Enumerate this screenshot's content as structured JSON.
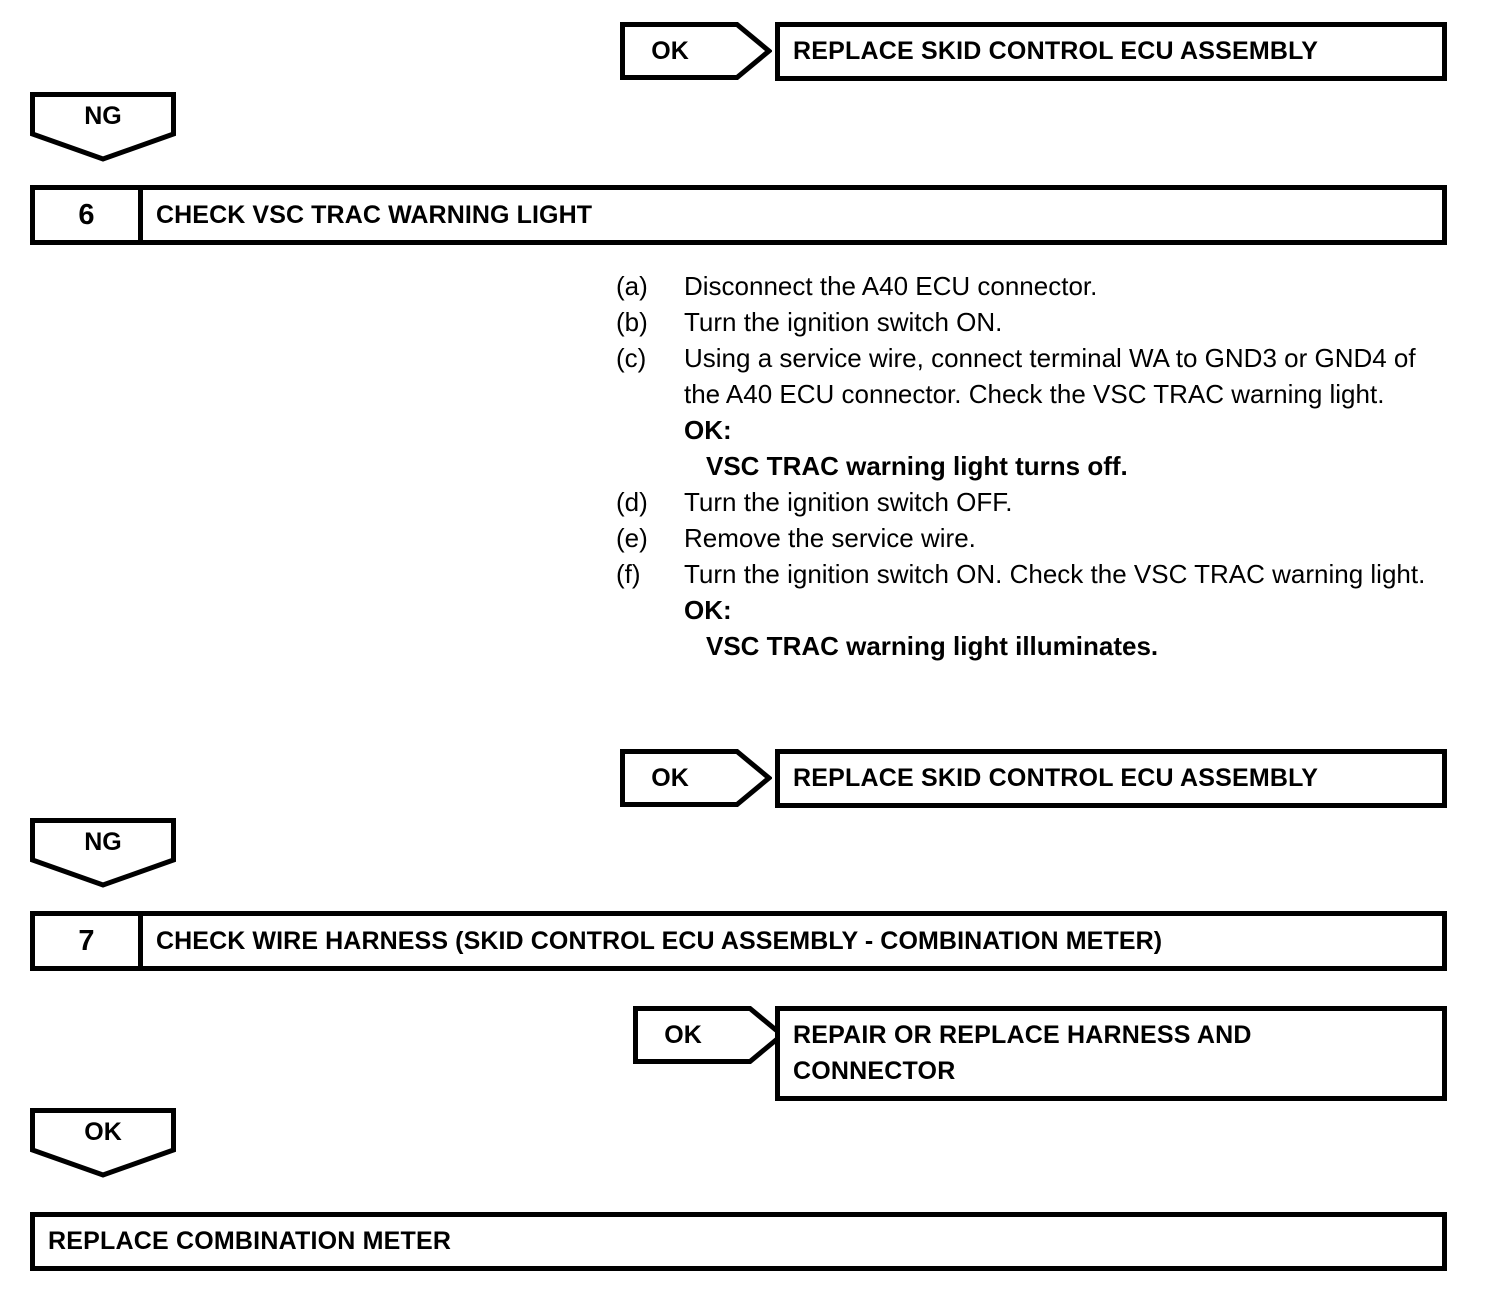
{
  "document": {
    "type": "diagnostic-flowchart",
    "ink_color": "#000000",
    "background_color": "#ffffff"
  },
  "labels": {
    "ok": "OK",
    "ng": "NG"
  },
  "nodes": {
    "result_top": {
      "branch": "OK",
      "text": "REPLACE SKID CONTROL ECU ASSEMBLY"
    },
    "ng_tag_1": {
      "label": "NG"
    },
    "step6": {
      "number": "6",
      "title": "CHECK VSC TRAC WARNING LIGHT",
      "procedure": [
        {
          "marker": "(a)",
          "text": "Disconnect the A40 ECU connector."
        },
        {
          "marker": "(b)",
          "text": "Turn the ignition switch ON."
        },
        {
          "marker": "(c)",
          "text": "Using a service wire, connect terminal WA to GND3 or GND4 of the A40 ECU connector. Check the VSC TRAC warning light."
        }
      ],
      "ok_label_1": "OK:",
      "ok_value_1": "VSC TRAC warning light turns off.",
      "procedure_2": [
        {
          "marker": "(d)",
          "text": "Turn the ignition switch OFF."
        },
        {
          "marker": "(e)",
          "text": "Remove the service wire."
        },
        {
          "marker": "(f)",
          "text": "Turn the ignition switch ON. Check the VSC TRAC warning light."
        }
      ],
      "ok_label_2": "OK:",
      "ok_value_2": "VSC TRAC warning light illuminates."
    },
    "result_step6": {
      "branch": "OK",
      "text": "REPLACE SKID CONTROL ECU ASSEMBLY"
    },
    "ng_tag_2": {
      "label": "NG"
    },
    "step7": {
      "number": "7",
      "title": "CHECK WIRE HARNESS (SKID CONTROL ECU ASSEMBLY - COMBINATION METER)"
    },
    "result_step7": {
      "branch": "OK",
      "text": "REPAIR OR REPLACE HARNESS AND\nCONNECTOR"
    },
    "ok_tag_bottom": {
      "label": "OK"
    },
    "result_final": {
      "text": "REPLACE COMBINATION METER"
    }
  }
}
